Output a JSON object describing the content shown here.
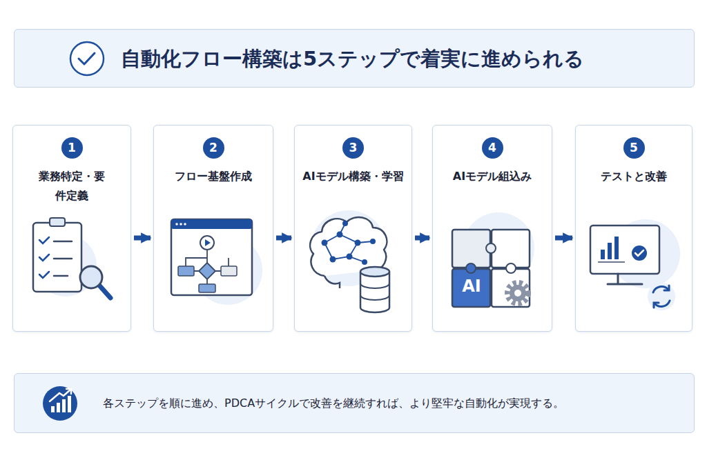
{
  "diagram": {
    "title": "自動化フロー構築は5ステップで着実に進められる",
    "caption": "各ステップを順に進め、PDCAサイクルで改善を継続すれば、より堅牢な自動化が実現する。",
    "nodes": [
      {
        "text": [
          "1",
          "業務特定・要件定義"
        ]
      },
      {
        "text": [
          "2",
          "フロー基盤作成"
        ]
      },
      {
        "text": [
          "3",
          "AIモデル構築・学習"
        ]
      },
      {
        "text": [
          "4",
          "AIモデル組込み"
        ]
      },
      {
        "text": [
          "5",
          "テストと改善"
        ]
      }
    ],
    "edges": [
      {
        "from": 0,
        "to": 1,
        "arrow": "to"
      },
      {
        "from": 1,
        "to": 2,
        "arrow": "to"
      },
      {
        "from": 2,
        "to": 3,
        "arrow": "to"
      },
      {
        "from": 3,
        "to": 4,
        "arrow": "to"
      }
    ],
    "labels": [
      "AI"
    ]
  }
}
